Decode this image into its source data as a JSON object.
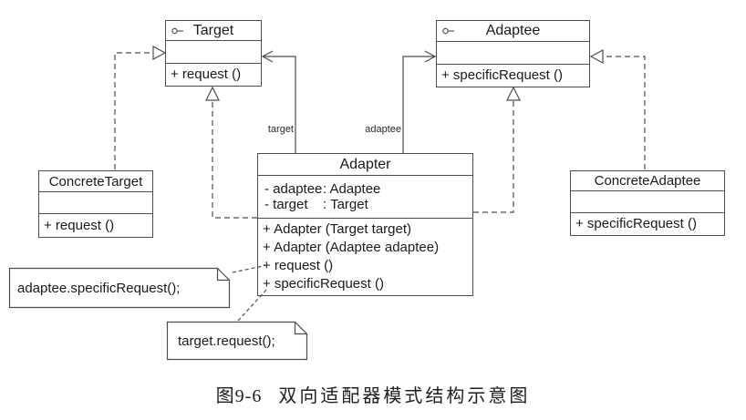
{
  "colors": {
    "line": "#4d4d4d",
    "text": "#1a1a1a",
    "background": "#ffffff"
  },
  "caption": {
    "number": "图9-6",
    "text": "双向适配器模式结构示意图"
  },
  "classes": {
    "target": {
      "name": "Target",
      "icon": "interface-lollipop",
      "methods": [
        "+ request ()"
      ]
    },
    "adaptee": {
      "name": "Adaptee",
      "icon": "interface-lollipop",
      "methods": [
        "+ specificRequest ()"
      ]
    },
    "concrete_target": {
      "name": "ConcreteTarget",
      "methods": [
        "+ request ()"
      ]
    },
    "concrete_adaptee": {
      "name": "ConcreteAdaptee",
      "methods": [
        "+ specificRequest ()"
      ]
    },
    "adapter": {
      "name": "Adapter",
      "attributes": [
        {
          "name": "- adaptee",
          "type": ": Adaptee"
        },
        {
          "name": "- target",
          "type": ": Target"
        }
      ],
      "methods": [
        "+ Adapter (Target target)",
        "+ Adapter (Adaptee adaptee)",
        "+ request ()",
        "+ specificRequest ()"
      ]
    }
  },
  "edge_labels": {
    "target_role": "target",
    "adaptee_role": "adaptee"
  },
  "notes": [
    {
      "text": "adaptee.specificRequest();"
    },
    {
      "text": "target.request();"
    }
  ],
  "relationships": [
    {
      "type": "realization",
      "from": "ConcreteTarget",
      "to": "Target",
      "style": "dashed-triangle"
    },
    {
      "type": "realization",
      "from": "ConcreteAdaptee",
      "to": "Adaptee",
      "style": "dashed-triangle"
    },
    {
      "type": "realization",
      "from": "Adapter",
      "to": "Target",
      "style": "dashed-triangle"
    },
    {
      "type": "realization",
      "from": "Adapter",
      "to": "Adaptee",
      "style": "dashed-triangle"
    },
    {
      "type": "association",
      "from": "Adapter",
      "to": "Target",
      "label": "target",
      "style": "solid-open-arrow"
    },
    {
      "type": "association",
      "from": "Adapter",
      "to": "Adaptee",
      "label": "adaptee",
      "style": "solid-open-arrow"
    },
    {
      "type": "note-anchor",
      "from": "adaptee.specificRequest();",
      "to": "Adapter.+ request ()"
    },
    {
      "type": "note-anchor",
      "from": "target.request();",
      "to": "Adapter.+ specificRequest ()"
    }
  ]
}
